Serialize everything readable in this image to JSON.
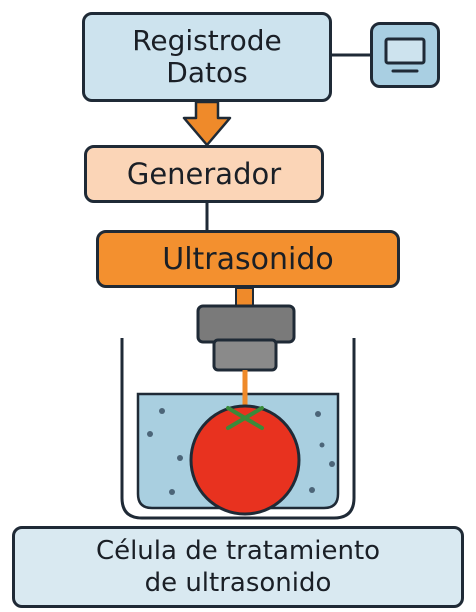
{
  "blocks": {
    "registro": [
      "Registrode",
      "Datos"
    ],
    "generador": "Generador",
    "ultrasonido": "Ultrasonido",
    "celula": [
      "Célula de tratamiento",
      "de ultrasonido"
    ]
  },
  "icons": {
    "monitor": "computer-monitor-icon",
    "flow": "down-arrow-icon",
    "sample": "tomato-icon"
  },
  "colors": {
    "registro_fill": "#cde3ee",
    "generador_fill": "#fbd5b7",
    "ultrasonido_fill": "#f3902f",
    "arrow": "#ef8a2a",
    "water": "#a9cfe0",
    "tomato": "#e8321f",
    "celula_fill": "#d9e9f1"
  }
}
